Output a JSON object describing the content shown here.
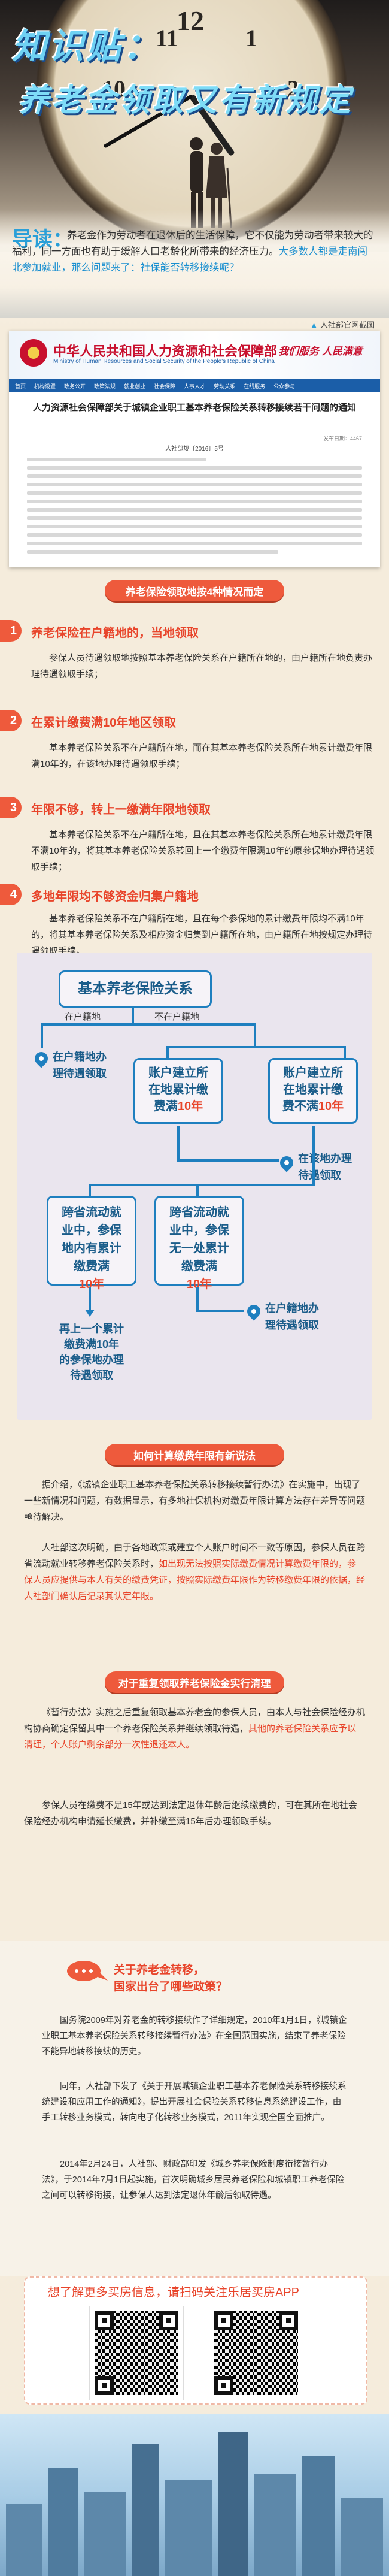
{
  "hero": {
    "title_line1": "知识贴：",
    "title_line2": "养老金领取又有新规定",
    "clock_numbers": [
      "11",
      "12",
      "1",
      "10",
      "2"
    ]
  },
  "lead": {
    "label": "导读：",
    "text_before": "养老金作为劳动者在退休后的生活保障，它不仅能为劳动者带来较大的福利，同一方面也有助于缓解人口老龄化所带来的经济压力。",
    "text_highlight": "大多数人都是走南闯北参加就业，那么问题来了：社保能否转移接续呢？"
  },
  "source": {
    "label": "人社部官网截图"
  },
  "document": {
    "org_cn": "中华人民共和国人力资源和社会保障部",
    "org_en": "Ministry of Human Resources and Social Security of the People's Republic of China",
    "slogan": "我们服务 人民满意",
    "nav": [
      "首页",
      "机构设置",
      "政务公开",
      "政策法规",
      "就业创业",
      "社会保障",
      "人事人才",
      "劳动关系",
      "在线服务",
      "公众参与"
    ],
    "title": "人力资源社会保障部关于城镇企业职工基本养老保险关系转移接续若干问题的通知",
    "number": "人社部规〔2016〕5号",
    "meta": "发布日期：4467"
  },
  "section1": {
    "banner": "养老保险领取地按4种情况而定",
    "items": [
      {
        "num": "1",
        "title": "养老保险在户籍地的，当地领取",
        "body": "参保人员待遇领取地按照基本养老保险关系在户籍所在地的，由户籍所在地负责办理待遇领取手续；"
      },
      {
        "num": "2",
        "title": "在累计缴费满10年地区领取",
        "body": "基本养老保险关系不在户籍所在地，而在其基本养老保险关系所在地累计缴费年限满10年的，在该地办理待遇领取手续；"
      },
      {
        "num": "3",
        "title": "年限不够，转上一缴满年限地领取",
        "body": "基本养老保险关系不在户籍所在地，且在其基本养老保险关系所在地累计缴费年限不满10年的，将其基本养老保险关系转回上一个缴费年限满10年的原参保地办理待遇领取手续；"
      },
      {
        "num": "4",
        "title": "多地年限均不够资金归集户籍地",
        "body": "基本养老保险关系不在户籍所在地，且在每个参保地的累计缴费年限均不满10年的，将其基本养老保险关系及相应资金归集到户籍所在地，由户籍所在地按规定办理待遇领取手续。"
      }
    ]
  },
  "flow": {
    "title": "基本养老保险关系",
    "in_hukou": "在户籍地",
    "not_in_hukou": "不在户籍地",
    "left_result": "在户籍地办\n理待遇领取",
    "mid_box_lines": [
      "账户建立所",
      "在地累计缴",
      "费满"
    ],
    "mid_box_red": "10年",
    "right_box_lines": [
      "账户建立所",
      "在地累计缴",
      "费不满"
    ],
    "right_box_red": "10年",
    "mid_result": "在该地办理\n待遇领取",
    "cross_left_lines": [
      "跨省流动就",
      "业中，参保",
      "地内有累计",
      "缴费满"
    ],
    "cross_left_red": "10年",
    "cross_right_lines": [
      "跨省流动就",
      "业中，参保",
      "无一处累计",
      "缴费满"
    ],
    "cross_right_red": "10年",
    "final_left": "再上一个累计\n缴费满10年\n的参保地办理\n待遇领取",
    "final_right": "在户籍地办\n理待遇领取"
  },
  "section2": {
    "banner": "如何计算缴费年限有新说法",
    "para1": "据介绍，《城镇企业职工基本养老保险关系转移接续暂行办法》在实施中，出现了一些新情况和问题，有数据显示，有多地社保机构对缴费年限计算方法存在差异等问题亟待解决。",
    "para2_before": "人社部这次明确，由于各地政策或建立个人账户时间不一致等原因，参保人员在跨省流动就业转移养老保险关系时，",
    "para2_highlight": "如出现无法按照实际缴费情况计算缴费年限的，参保人员应提供与本人有关的缴费凭证，按照实际缴费年限作为转移缴费年限的依据，经人社部门确认后记录其认定年限。"
  },
  "section3": {
    "banner": "对于重复领取养老保险金实行清理",
    "para1_before": "《暂行办法》实施之后重复领取基本养老金的参保人员，由本人与社会保险经办机构协商确定保留其中一个养老保险关系并继续领取待遇，",
    "para1_highlight": "其他的养老保险关系应予以清理，个人账户剩余部分一次性退还本人。",
    "para2": "参保人员在缴费不足15年或达到法定退休年龄后继续缴费的，可在其所在地社会保险经办机构申请延长缴费，并补缴至满15年后办理领取手续。"
  },
  "faq": {
    "question": "关于养老金转移，\n国家出台了哪些政策？",
    "para1": "国务院2009年对养老金的转移接续作了详细规定，2010年1月1日，《城镇企业职工基本养老保险关系转移接续暂行办法》在全国范围实施，结束了养老保险不能异地转移接续的历史。",
    "para2": "同年，人社部下发了《关于开展城镇企业职工基本养老保险关系转移接续系统建设和应用工作的通知》，提出开展社会保险关系转移信息系统建设工作，由手工转移业务模式，转向电子化转移业务模式，2011年实现全国全面推广。",
    "para3": "2014年2月24日，人社部、财政部印发《城乡养老保险制度衔接暂行办法》，于2014年7月1日起实施，首次明确城乡居民养老保险和城镇职工养老保险之间可以转移衔接，让参保人达到法定退休年龄后领取待遇。"
  },
  "promo": {
    "text": "想了解更多买房信息，请扫码关注乐居买房APP"
  },
  "colors": {
    "accent_red": "#ee5a3c",
    "accent_blue": "#1e7fbf",
    "title_cyan": "#6fd1f3",
    "background": "#f5ecdc"
  }
}
